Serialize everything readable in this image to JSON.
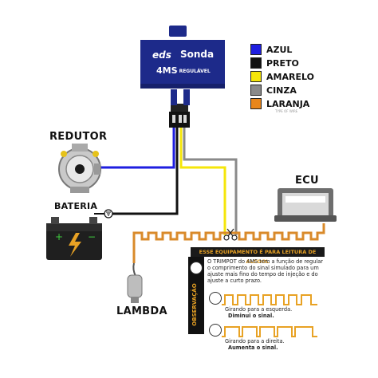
{
  "module": {
    "brand": "eds",
    "title": "Sonda",
    "model": "4MS",
    "subtitle": "- REGULÁVEL",
    "color": "#1d2a8a"
  },
  "legend": [
    {
      "label": "AZUL",
      "color": "#1e1ee0"
    },
    {
      "label": "PRETO",
      "color": "#111111"
    },
    {
      "label": "AMARELO",
      "color": "#f5e60a"
    },
    {
      "label": "CINZA",
      "color": "#8a8a8a"
    },
    {
      "label": "LARANJA",
      "color": "#e8861c"
    }
  ],
  "legend_note": "TYPE OF WIRE",
  "labels": {
    "redutor": "REDUTOR",
    "bateria": "BATERIA",
    "lambda": "LAMBDA",
    "ecu": "ECU"
  },
  "panel": {
    "header": "ESSE EQUIPAMENTO É PARA LEITURA DE ALCOOL",
    "sidebar": "OBSERVAÇÃO",
    "description": "O TRIMPOT do 4MS tem a função de regular o comprimento do sinal simulado para um ajuste mais fino do tempo de injeção e do ajuste a curto prazo.",
    "left_line1": "Girando para a esquerda.",
    "left_line2": "Diminui o sinal.",
    "right_line1": "Girando para a direita.",
    "right_line2": "Aumenta o sinal."
  },
  "colors": {
    "accent_orange": "#e8a224",
    "wire_blue": "#1e1ee0",
    "wire_black": "#111111",
    "wire_yellow": "#f5e60a",
    "wire_gray": "#8a8a8a",
    "wire_orange": "#d98a2a"
  }
}
